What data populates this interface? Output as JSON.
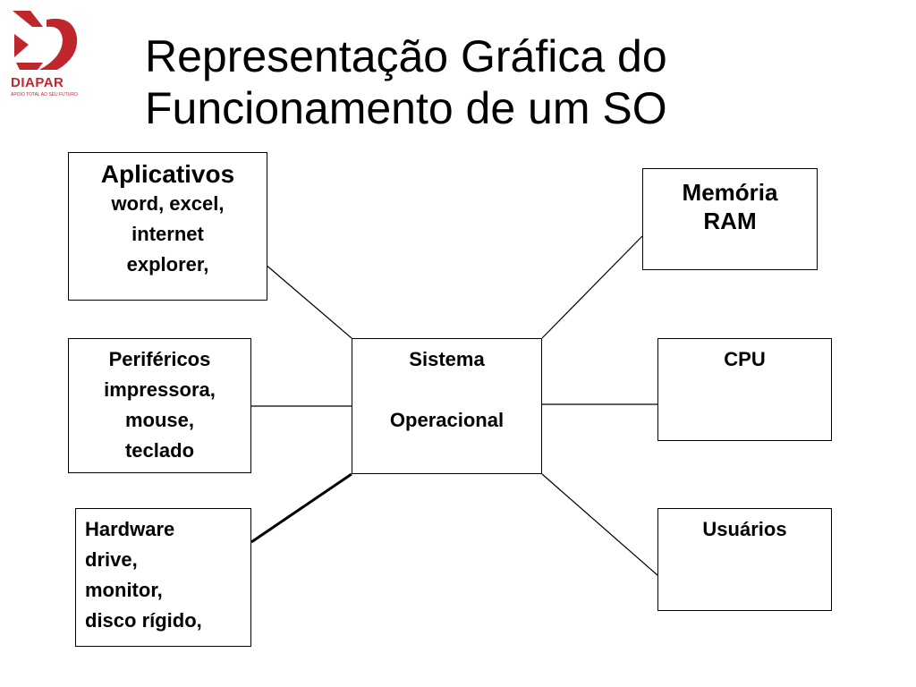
{
  "logo": {
    "name": "DIAPAR",
    "tagline": "APOIO TOTAL AO SEU FUTURO",
    "color": "#c0272d"
  },
  "title": {
    "line1": "Representação Gráfica do",
    "line2": "Funcionamento de um SO"
  },
  "center": {
    "line1": "Sistema",
    "line2": "Operacional"
  },
  "aplicativos": {
    "heading": "Aplicativos",
    "lines": [
      "word, excel,",
      "internet",
      "explorer,"
    ]
  },
  "perifericos": {
    "lines": [
      "Periféricos",
      "impressora,",
      "mouse,",
      "teclado"
    ]
  },
  "hardware": {
    "lines": [
      "Hardware",
      "drive,",
      "monitor,",
      "disco rígido,"
    ]
  },
  "memoria": {
    "lines": [
      "Memória",
      "RAM"
    ]
  },
  "cpu": {
    "label": "CPU"
  },
  "usuarios": {
    "label": "Usuários"
  }
}
